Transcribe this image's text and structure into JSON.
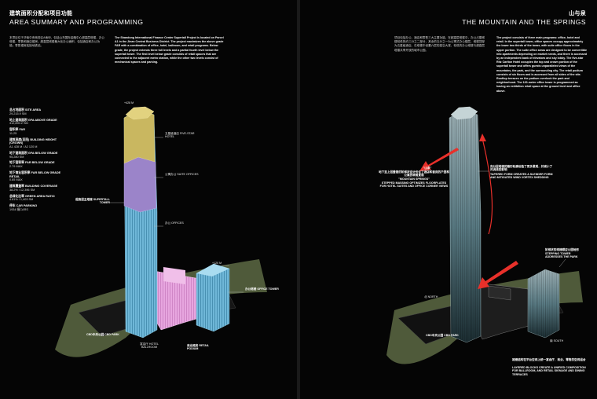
{
  "left": {
    "title_cn": "建筑面积分配和项目功能",
    "title_en": "AREA SUMMARY AND PROGRAMMING",
    "intro_cn": "本项目位于济南中央商务区A地块，包括山东国际金融中心超高层塔楼、办公塔楼、零售和酒店裙房。超高层塔楼最大化办公面积，包括酒店和办公功能；零售裙房连接地铁站。",
    "intro_en": "The Shandong International Finance Center Supertall Project is located on Parcel A1 in the Jinan Central Business District. The project maximizes the above grade FAR with a combination of office, hotel, ballroom, and retail programs. Below grade, the project extends three full levels and a partial fourth level below the supertall tower. The first level below grade consists of retail spaces that are connected to the adjacent metro station, while the other two levels consist of mechanical spaces and parking.",
    "stats": [
      {
        "label": "总占地面积 SITE AREA",
        "value": "29,215.9 SM"
      },
      {
        "label": "地上建筑面积 GFA ABOVE GRADE",
        "value": "312,890.2 SM"
      },
      {
        "label": "容积率 FAR",
        "value": "11.25"
      },
      {
        "label": "建筑高度(至冠) BUILDING HEIGHT (CROWN)",
        "value": "A1 428 M / A2 120 M"
      },
      {
        "label": "地下建筑面积 GFA BELOW GRADE",
        "value": "95,280 SM"
      },
      {
        "label": "地下容积率 FAR BELOW GRADE",
        "value": "2.79 MAX"
      },
      {
        "label": "地下商业容积率 FAR BELOW GRADE RETAIL",
        "value": "0.85 MAX"
      },
      {
        "label": "建筑覆盖率 BUILDING COVERAGE",
        "value": "38.2% / 12,396 SM"
      },
      {
        "label": "总绿化比率 GREEN AREA RATIO",
        "value": "4.81% / 1,403 SM"
      },
      {
        "label": "停车 CAR PARKING",
        "value": "1934 辆CARS"
      }
    ],
    "labels": {
      "height": "+428 M",
      "hotel": "五星级酒店 FIVE-STAR HOTEL",
      "suite": "公寓办公 SUITE OFFICES",
      "offices": "办公 OFFICES",
      "supertall": "超高层主塔楼 SUPERTALL TOWER",
      "office_height": "+120 M",
      "office_tower": "办公塔楼 OFFICE TOWER",
      "ballroom": "宴会厅 HOTEL BALLROOM",
      "podium": "商业裙房 RETAIL PODIUM",
      "park": "CBD中央公园 CBD PARK"
    }
  },
  "right": {
    "title_cn": "山与泉",
    "title_en": "THE MOUNTAIN AND THE SPRINGS",
    "intro_cn": "项目包括办公、酒店和零售三大主要功能。在超高层塔楼中，办公占据塔楼较低的约三分之二部分，其余的五分之一为公寓式办公楼层，塔楼顶部为五星级酒店。在塔楼中设置六层的高空大堂，较低的办公塔楼与超高层塔楼共享开放的城市公园。",
    "intro_en": "The project consists of three main programs: office, hotel and retail. In the supertall tower, office spaces occupy approximately the lower two thirds of the tower, with suite office floors in the upper portion. The suite office areas are designed to be convertible into apartments depending on market needs, and there is accessed by an independent bank of elevators and sky lobby. The five-star Ritz Carlton Hotel occupies the top and crown portion of the supertall tower and offers guests unparalleled views of the mountains, the park, and the surrounding city. The retail podium consists of six floors and is accessed from all sides of the site. Rooftop terraces on the podium overlook the park and neighborhood. The 120-meter office tower is programmed as having an exhibition retail space at the ground level and office above.",
    "labels": {
      "springs_cn": "\"山泉\"",
      "springs_detail": "地下至上层叠错的阶梯状设计优化了酒店和套房的户型和公寓的转角景观",
      "springs_en": "STEPPED MASSING OPTIMIZES FLOORPLATES FOR HOTEL SUITES AND OFFICE CORNER VIEWS",
      "springs_quote": "\"MOUNTAIN SPRINGS\"",
      "tapered": "向分层塔楼的锥形轮廓创造了更多景观，并减小了风涡流的影响",
      "tapered_en": "TAPERED FORM CREATES A SLENDER FORM AND MITIGATED WIND VORTEX SHEDDING",
      "stepping": "阶梯状的塔楼顺应公园地形",
      "stepping_en": "STEPPING TOWER ADDRESSES THE PARK",
      "north": "北 NORTH",
      "south": "南 SOUTH",
      "park": "CBD中央公园 CBD PARK",
      "podium": "裙楼结构在平台空间上统一宴会厅、商业，零售的空间组合",
      "podium_en": "LAYERED BLOCKS CREATE A UNIFIED COMPOSITION FOR BALLROOM, AND RETAIL SIGNAGE AND DINING TERRACES"
    }
  },
  "colors": {
    "hotel": "#c9b760",
    "suite": "#9b84c9",
    "office": "#6fb7d8",
    "podium": "#e7a6df",
    "arrow": "#e8302a",
    "park": "#6c7a52"
  }
}
